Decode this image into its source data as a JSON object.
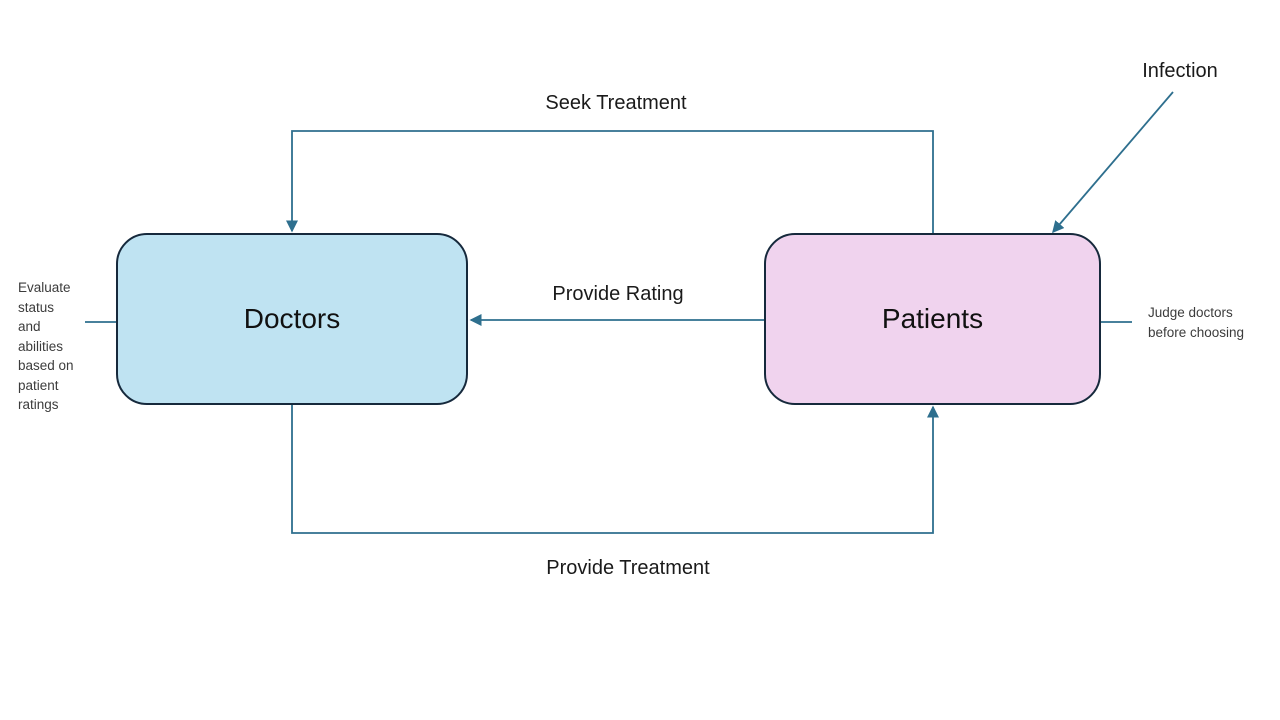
{
  "diagram": {
    "nodes": {
      "doctors": {
        "label": "Doctors",
        "fill": "#BFE3F2"
      },
      "patients": {
        "label": "Patients",
        "fill": "#F0D3EE"
      }
    },
    "edges": {
      "seek_treatment": {
        "label": "Seek Treatment",
        "from": "Patients",
        "to": "Doctors"
      },
      "provide_rating": {
        "label": "Provide Rating",
        "from": "Patients",
        "to": "Doctors"
      },
      "provide_treatment": {
        "label": "Provide Treatment",
        "from": "Doctors",
        "to": "Patients"
      },
      "infection": {
        "label": "Infection",
        "to": "Patients"
      }
    },
    "annotations": {
      "doctors_note": "Evaluate\nstatus\nand\nabilities\nbased on\npatient\nratings",
      "patients_note": "Judge doctors\nbefore choosing"
    },
    "colors": {
      "arrow": "#2E6F8E",
      "node_border": "#16293C",
      "background": "#FFFFFF"
    }
  }
}
